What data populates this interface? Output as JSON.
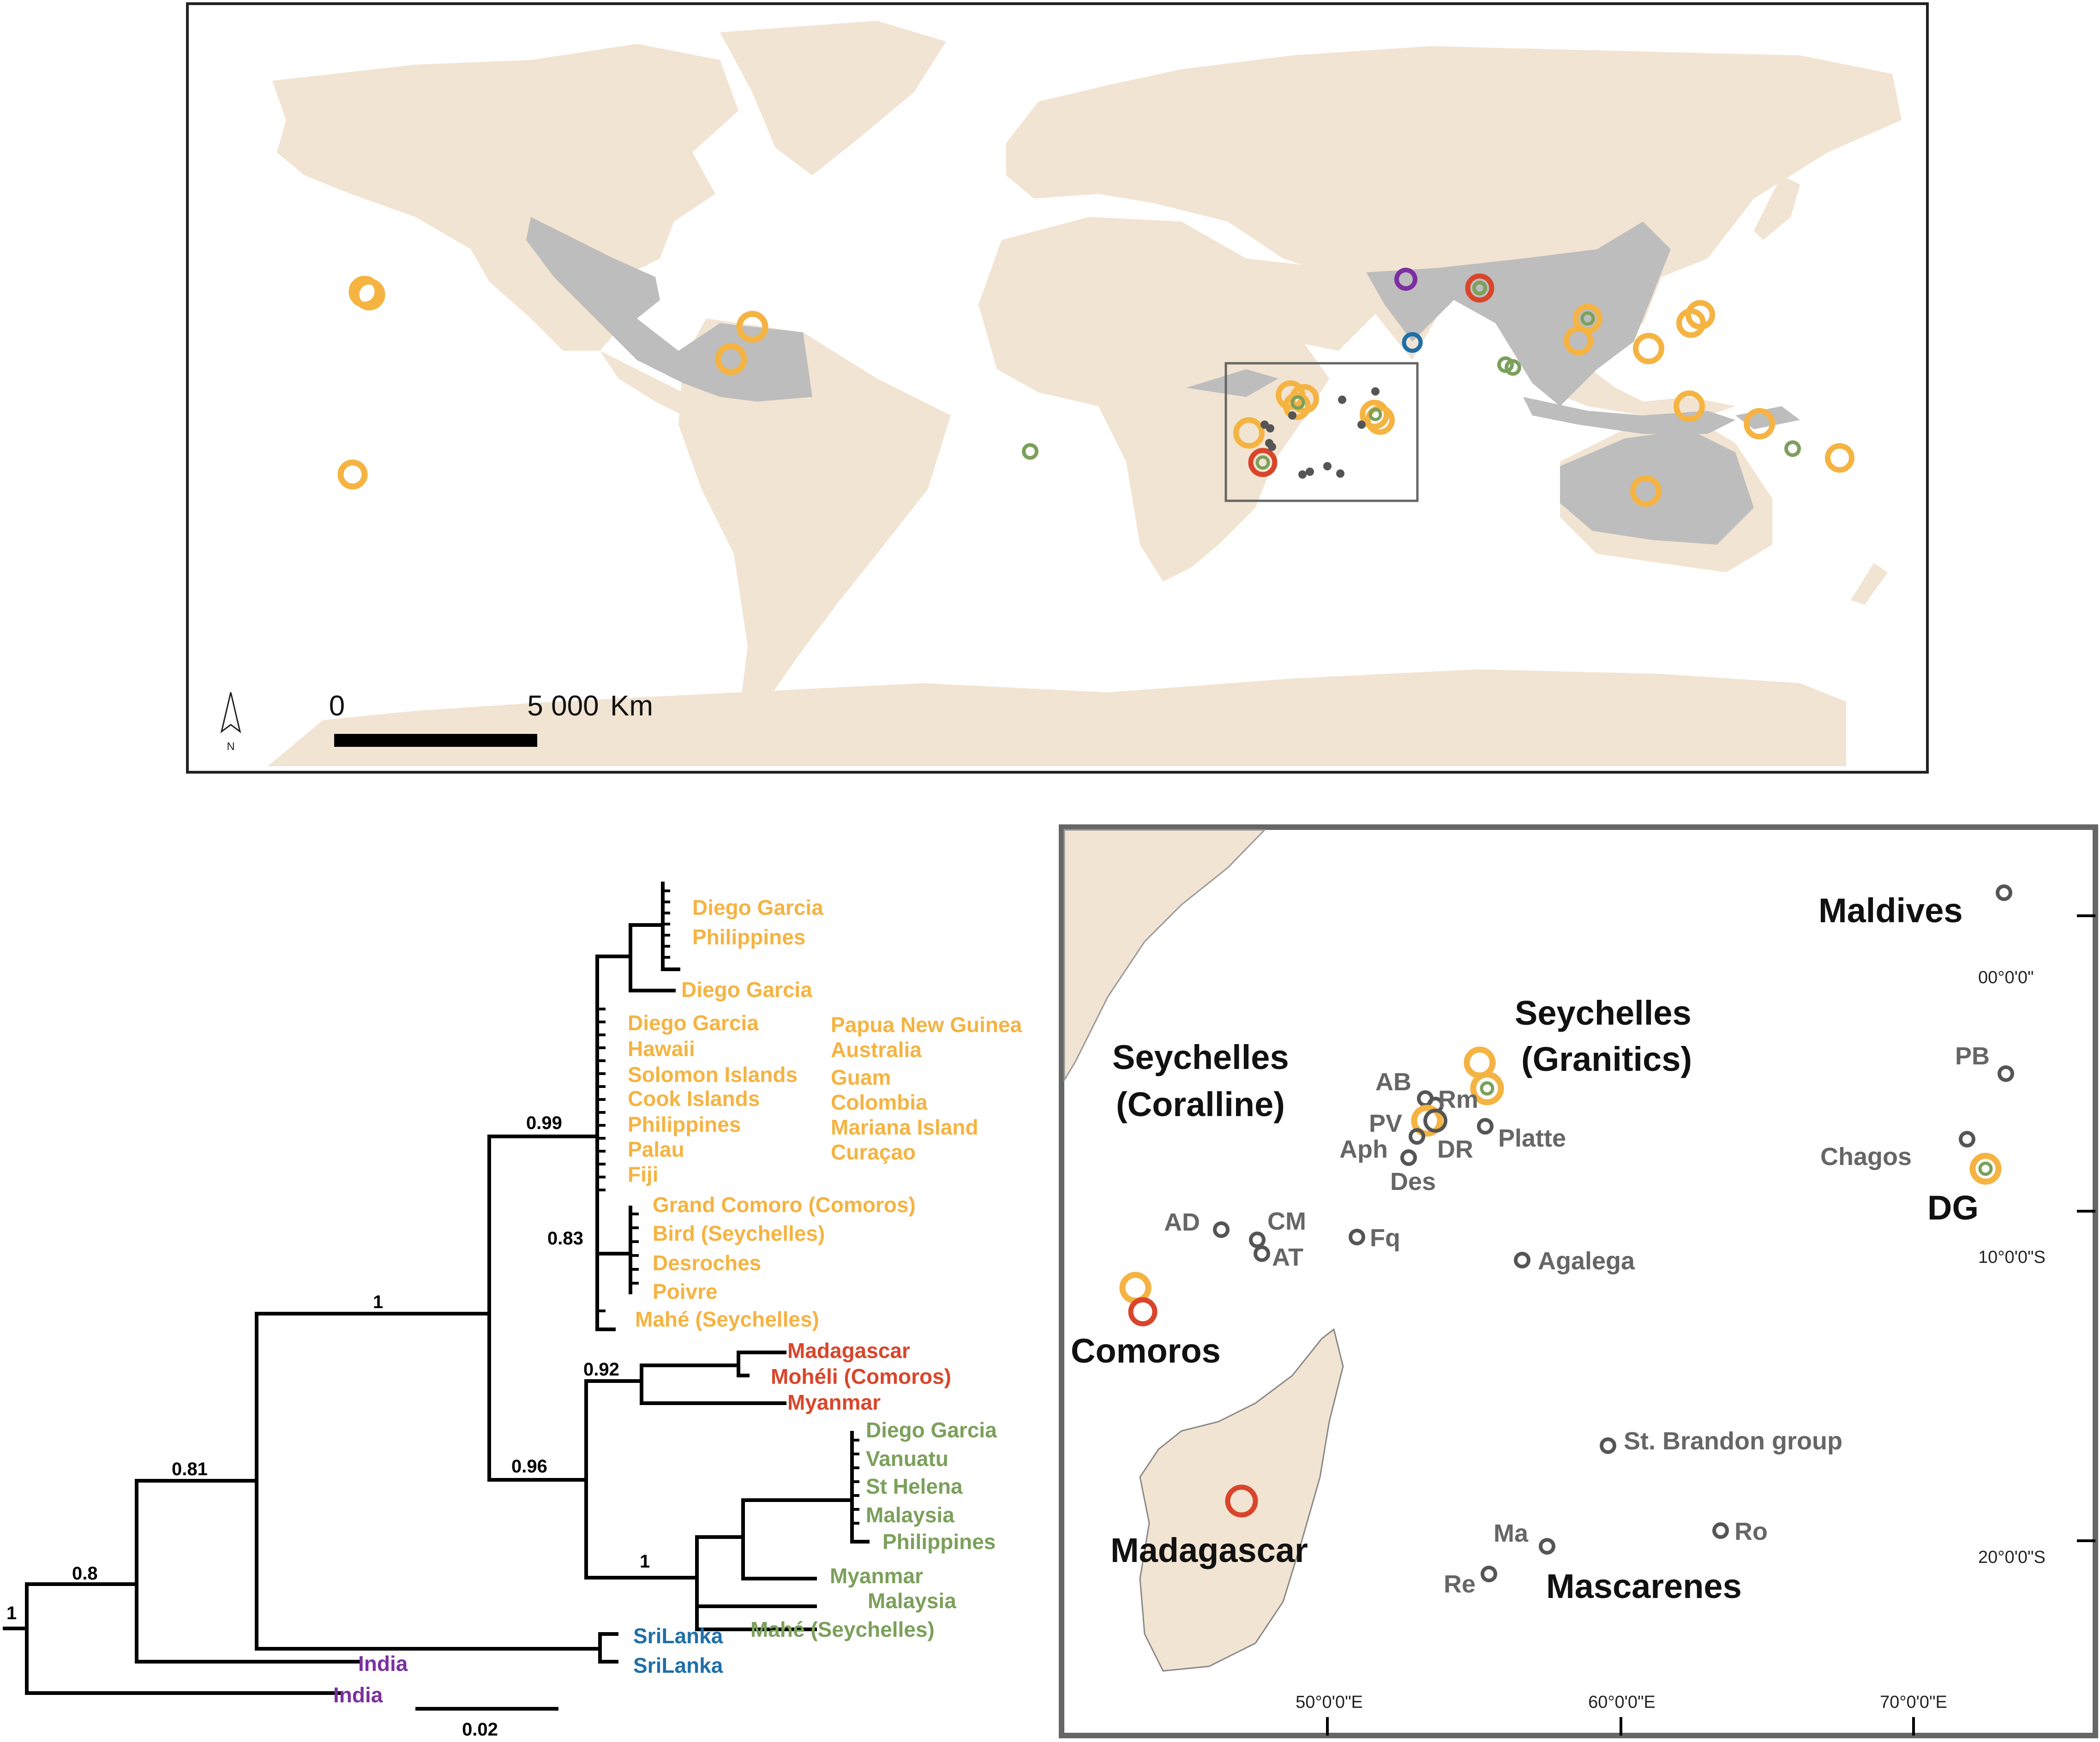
{
  "colors": {
    "land": "#f2e4d2",
    "range": "#bdbdbd",
    "orange": "#f5b342",
    "red": "#d9452b",
    "green": "#7ba05b",
    "blue": "#1f6fa8",
    "purple": "#7b2fa0",
    "gray_site": "#555555"
  },
  "world_map": {
    "scalebar": {
      "start": "0",
      "end": "5 000",
      "unit": "Km"
    },
    "north": "N"
  },
  "tree": {
    "scale": "0.02",
    "support": {
      "root": "1",
      "s080": "0.8",
      "s081": "0.81",
      "s1a": "1",
      "s099": "0.99",
      "s083": "0.83",
      "s092": "0.92",
      "s096": "0.96",
      "s1b": "1"
    },
    "orange_top": [
      "Diego Garcia",
      "Philippines"
    ],
    "orange_single": "Diego Garcia",
    "orange_left": [
      "Diego Garcia",
      "Hawaii",
      "Solomon Islands",
      "Cook Islands",
      "Philippines",
      "Palau",
      "Fiji"
    ],
    "orange_right": [
      "Papua New Guinea",
      "Australia",
      "Guam",
      "Colombia",
      "Mariana Island",
      "Curaçao"
    ],
    "orange_083": [
      "Grand Comoro (Comoros)",
      "Bird (Seychelles)",
      "Desroches",
      "Poivre"
    ],
    "orange_mahe": "Mahé (Seychelles)",
    "red": [
      "Madagascar",
      "Mohéli (Comoros)",
      "Myanmar"
    ],
    "green": [
      "Diego Garcia",
      "Vanuatu",
      "St Helena",
      "Malaysia",
      "Philippines",
      "Myanmar",
      "Malaysia",
      "Mahé (Seychelles)"
    ],
    "blue": [
      "SriLanka",
      "SriLanka"
    ],
    "purple": [
      "India",
      "India"
    ]
  },
  "inset": {
    "labels": {
      "maldives": "Maldives",
      "sey_granitics_1": "Seychelles",
      "sey_granitics_2": "(Granitics)",
      "sey_coralline_1": "Seychelles",
      "sey_coralline_2": "(Coralline)",
      "comoros": "Comoros",
      "madagascar": "Madagascar",
      "mascarenes": "Mascarenes",
      "chagos": "Chagos",
      "dg": "DG",
      "pb": "PB",
      "ab": "AB",
      "rm": "Rm",
      "pv": "PV",
      "aph": "Aph",
      "dr": "DR",
      "platte": "Platte",
      "des": "Des",
      "ad": "AD",
      "cm": "CM",
      "at": "AT",
      "fq": "Fq",
      "agalega": "Agalega",
      "st_brandon": "St. Brandon group",
      "ma": "Ma",
      "ro": "Ro",
      "re": "Re"
    },
    "lat_ticks": [
      "00°0'0\"",
      "10°0'0\"S",
      "20°0'0\"S"
    ],
    "lon_ticks": [
      "50°0'0\"E",
      "60°0'0\"E",
      "70°0'0\"E"
    ]
  }
}
